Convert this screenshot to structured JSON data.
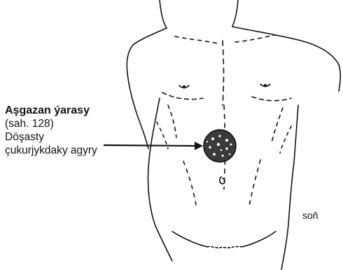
{
  "callout": {
    "title": "Aşgazan ýarasy",
    "reference": "(sah. 128)",
    "description_line1": "Döşasty",
    "description_line2": "çukurjykdaky agyry"
  },
  "edge_text": "soň",
  "colors": {
    "ink": "#111111",
    "ulcer_fill": "#3a3a3a",
    "background": "#ffffff"
  }
}
